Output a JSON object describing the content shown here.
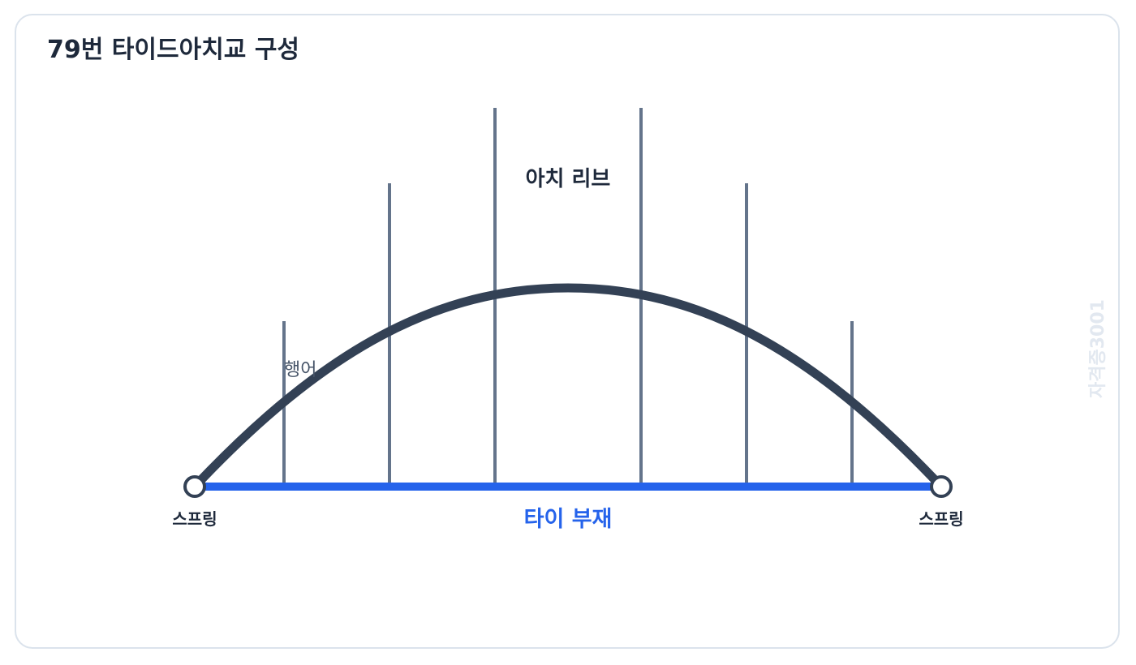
{
  "title": "79번 타이드아치교 구성",
  "labels": {
    "arch_rib": "아치 리브",
    "hanger": "행어",
    "spring_left": "스프링",
    "spring_right": "스프링",
    "tie_member": "타이 부재"
  },
  "watermark": "자격증3001",
  "colors": {
    "arch": "#334155",
    "tie": "#2563eb",
    "hanger": "#64748b",
    "text": "#1e293b",
    "hanger_label": "#475569",
    "card_border": "#dbe3ec",
    "watermark": "#e2e8f0"
  }
}
